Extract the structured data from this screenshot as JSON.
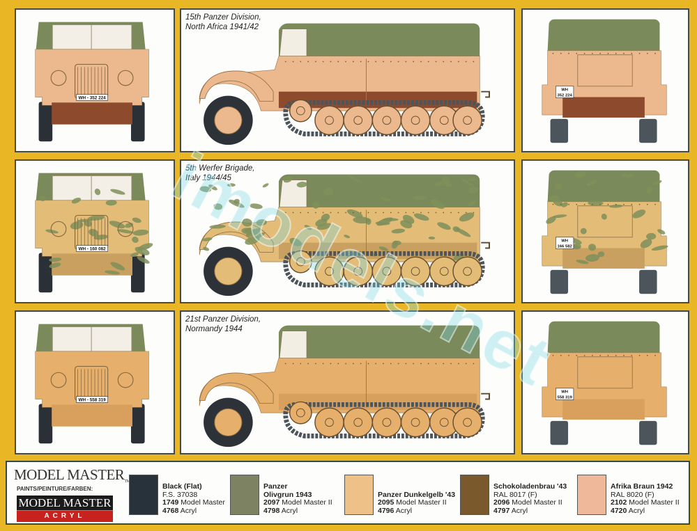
{
  "rows": [
    {
      "caption": [
        "15th Panzer Division,",
        "North Africa 1941/42"
      ],
      "front_plate": "WH - 352 224",
      "rear_plate": [
        "WH",
        "352 224"
      ],
      "colors": {
        "body": "#ecb88e",
        "canvas": "#7b8a5a",
        "lower": "#8e4a2c",
        "tracks": "#4c545c",
        "camo": ""
      }
    },
    {
      "caption": [
        "5th Werfer Brigade,",
        "Italy 1944/45"
      ],
      "front_plate": "WH - 160 082",
      "rear_plate": [
        "WH",
        "166 582"
      ],
      "colors": {
        "body": "#e3bd78",
        "canvas": "#7b8a5a",
        "lower": "#c9a060",
        "tracks": "#4c545c",
        "camo": "#7f8f5a"
      }
    },
    {
      "caption": [
        "21st Panzer Division,",
        "Normandy 1944"
      ],
      "front_plate": "WH - 558 319",
      "rear_plate": [
        "WH",
        "558 319"
      ],
      "colors": {
        "body": "#e6b06c",
        "canvas": "#7b8a5a",
        "lower": "#d8a05c",
        "tracks": "#4c545c",
        "camo": ""
      }
    }
  ],
  "legend": {
    "brand": "MODEL MASTER",
    "paints_label": "PAINTS/PEINTURE/FARBEN:",
    "acryl_brand": "MODEL MASTER",
    "acryl_label": "ACRYL",
    "swatches": [
      {
        "name": "Black (Flat)",
        "name2": "",
        "ref": "F.S. 37038",
        "mm_code": "1749",
        "mm_label": "Model  Master",
        "acryl_code": "4768",
        "acryl_label": "Acryl",
        "color": "#27323a"
      },
      {
        "name": "Panzer",
        "name2": "Olivgrun 1943",
        "ref": "",
        "mm_code": "2097",
        "mm_label": "Model Master II",
        "acryl_code": "4798",
        "acryl_label": "Acryl",
        "color": "#7c8262"
      },
      {
        "name": "Panzer Dunkelgelb '43",
        "name2": "",
        "ref": "",
        "mm_code": "2095",
        "mm_label": "Model Master II",
        "acryl_code": "4796",
        "acryl_label": "Acryl",
        "color": "#eec189"
      },
      {
        "name": "Schokoladenbrau '43",
        "name2": "",
        "ref": "RAL 8017 (F)",
        "mm_code": "2096",
        "mm_label": "Model Master II",
        "acryl_code": "4797",
        "acryl_label": "Acryl",
        "color": "#7a5a2c"
      },
      {
        "name": "Afrika Braun 1942",
        "name2": "",
        "ref": "RAL 8020 (F)",
        "mm_code": "2102",
        "mm_label": "Model Master II",
        "acryl_code": "4720",
        "acryl_label": "Acryl",
        "color": "#f0b89a"
      }
    ]
  },
  "watermark": "imodels.net"
}
